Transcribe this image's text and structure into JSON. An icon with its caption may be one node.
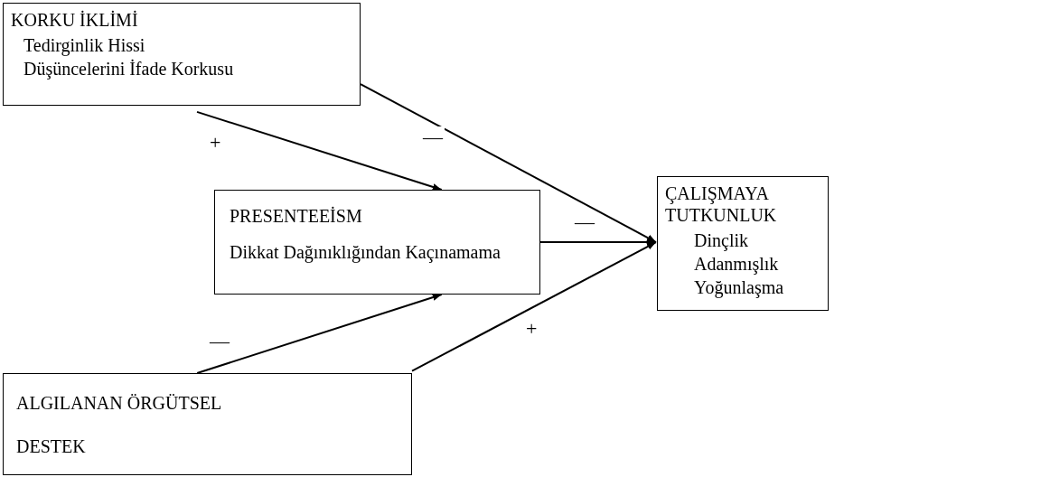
{
  "diagram": {
    "nodes": [
      {
        "text": [
          "KORKU İKLİMİ",
          "Tedirginlik Hissi",
          "Düşüncelerini İfade Korkusu"
        ]
      },
      {
        "text": [
          "PRESENTEEİSM",
          "Dikkat Dağınıklığından Kaçınamama"
        ]
      },
      {
        "text": [
          "ALGILANAN ÖRGÜTSEL DESTEK"
        ]
      },
      {
        "text": [
          "ÇALIŞMAYA TUTKUNLUK",
          "Dinçlik",
          "Adanmışlık",
          "Yoğunlaşma"
        ]
      }
    ],
    "edges": [
      {
        "from": 0,
        "to": 3,
        "arrow": "to",
        "label": "—"
      },
      {
        "from": 0,
        "to": 1,
        "arrow": "to",
        "label": "+"
      },
      {
        "from": 1,
        "to": 3,
        "arrow": "to",
        "label": "—"
      },
      {
        "from": 2,
        "to": 1,
        "arrow": "to",
        "label": "—"
      },
      {
        "from": 2,
        "to": 3,
        "arrow": "to",
        "label": "+"
      }
    ]
  }
}
